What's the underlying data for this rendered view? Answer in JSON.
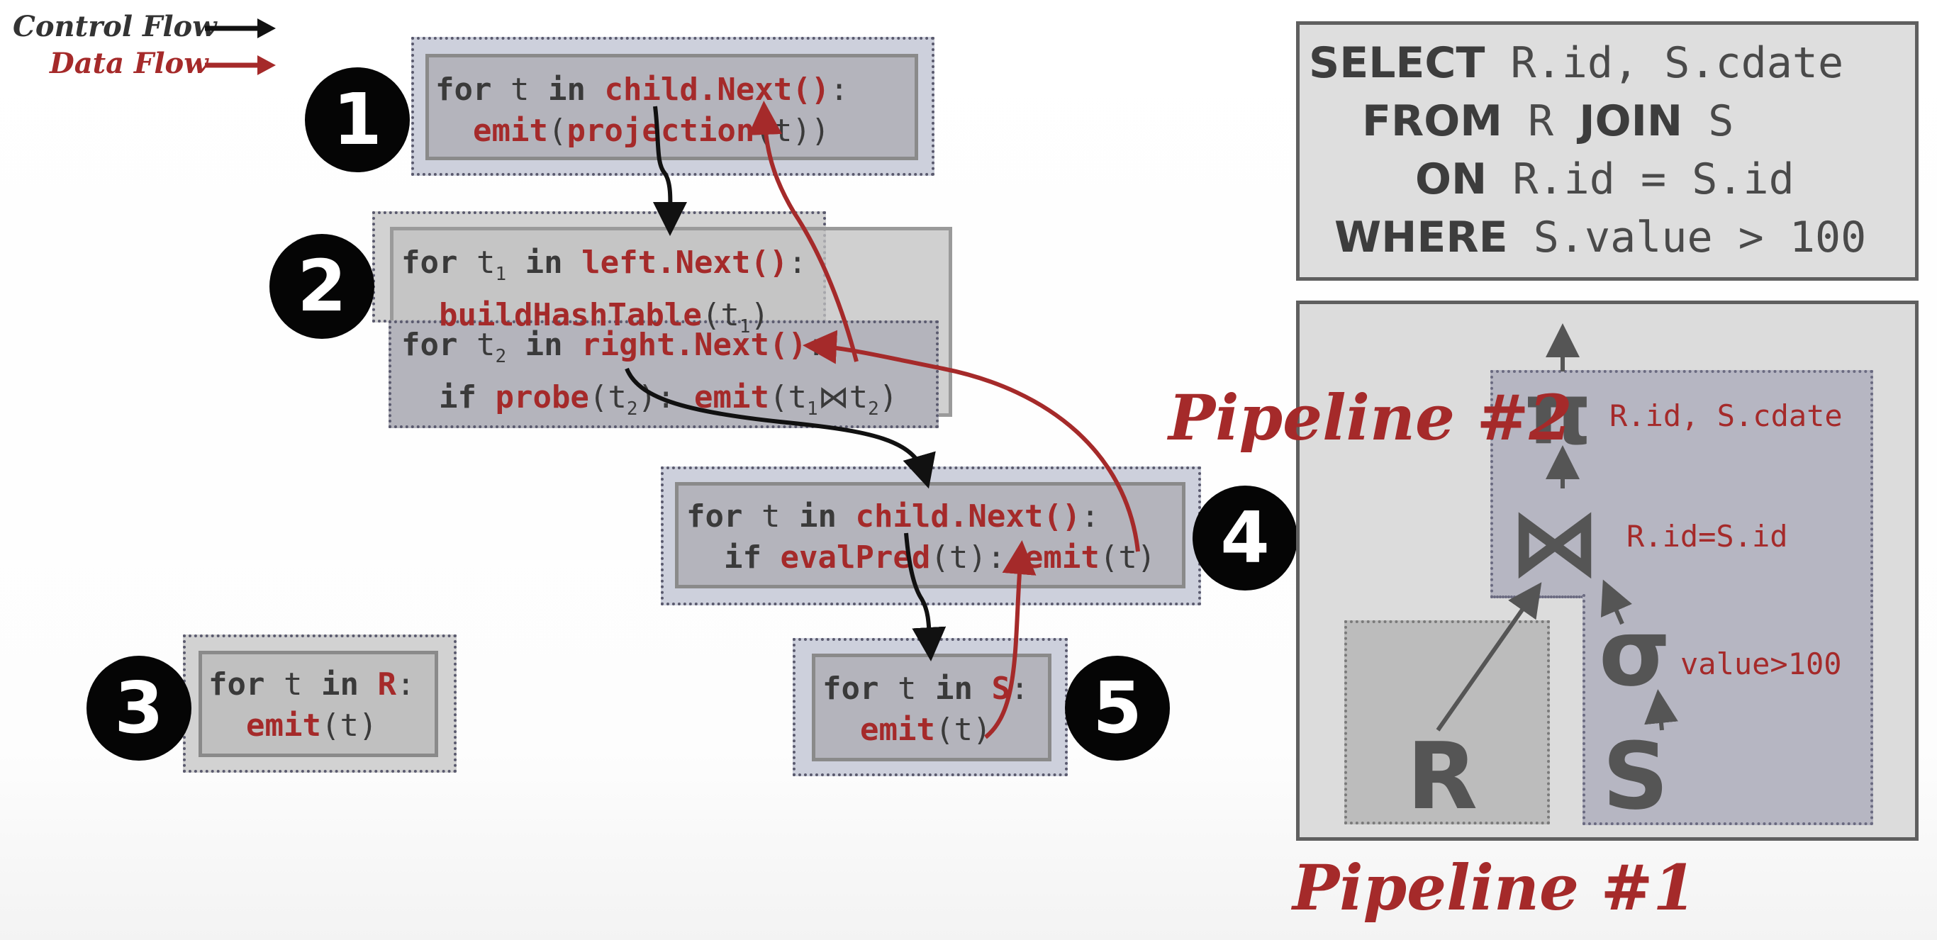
{
  "legend": {
    "control_flow": "Control Flow",
    "data_flow": "Data Flow",
    "control_color": "#111111",
    "data_color": "#a52a2a"
  },
  "badges": [
    "1",
    "2",
    "3",
    "4",
    "5"
  ],
  "op1": {
    "kw_for": "for",
    "var": " t ",
    "kw_in": "in",
    "call": "child.Next()",
    "colon": ":",
    "fn": "emit",
    "arg_fn": "projection",
    "arg": "(t))"
  },
  "op2a": {
    "kw_for": "for",
    "var": " t",
    "sub": "1",
    "kw_in": "in",
    "call": "left.Next()",
    "colon": ":",
    "fn": "buildHashTable",
    "arg": "(t",
    "arg_sub": "1",
    "close": ")"
  },
  "op2b": {
    "kw_for": "for",
    "var": " t",
    "sub": "2",
    "kw_in": "in",
    "call": "right.Next()",
    "colon": ":",
    "kw_if": "if",
    "fn_probe": "probe",
    "probe_arg": "(t",
    "probe_sub": "2",
    "probe_close": "):",
    "fn_emit": "emit",
    "emit_open": "(t",
    "emit_sub1": "1",
    "join": "⋈",
    "emit_t2": "t",
    "emit_sub2": "2",
    "emit_close": ")"
  },
  "op3": {
    "kw_for": "for",
    "var": " t ",
    "kw_in": "in",
    "rel": "R",
    "colon": ":",
    "fn": "emit",
    "arg": "(t)"
  },
  "op4": {
    "kw_for": "for",
    "var": " t ",
    "kw_in": "in",
    "call": "child.Next()",
    "colon": ":",
    "kw_if": "if",
    "fn_pred": "evalPred",
    "pred_arg": "(t):",
    "fn_emit": "emit",
    "emit_arg": "(t)"
  },
  "op5": {
    "kw_for": "for",
    "var": " t ",
    "kw_in": "in",
    "rel": "S",
    "colon": ":",
    "fn": "emit",
    "arg": "(t)"
  },
  "sql": [
    {
      "kw": "SELECT",
      "rest": " R.id, S.cdate"
    },
    {
      "kw": "FROM",
      "rest": " R ",
      "kw2": "JOIN",
      "rest2": " S"
    },
    {
      "kw": "ON",
      "rest": " R.id = S.id"
    },
    {
      "kw": "WHERE",
      "rest": " S.value > 100"
    }
  ],
  "plan": {
    "pi": "π",
    "pi_label": "R.id, S.cdate",
    "join": "⋈",
    "join_label": "R.id=S.id",
    "sigma": "σ",
    "sigma_label": "value>100",
    "rel_r": "R",
    "rel_s": "S"
  },
  "pipeline2": "Pipeline #2",
  "pipeline1": "Pipeline #1"
}
